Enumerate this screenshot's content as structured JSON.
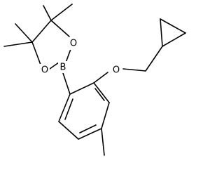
{
  "structure": {
    "atom_labels": {
      "boron": "B",
      "ring_oxygen_upper": "O",
      "ring_oxygen_lower": "O",
      "ether_oxygen": "O"
    },
    "colors": {
      "bond": "#000000",
      "label": "#000000",
      "background": "#ffffff"
    }
  }
}
